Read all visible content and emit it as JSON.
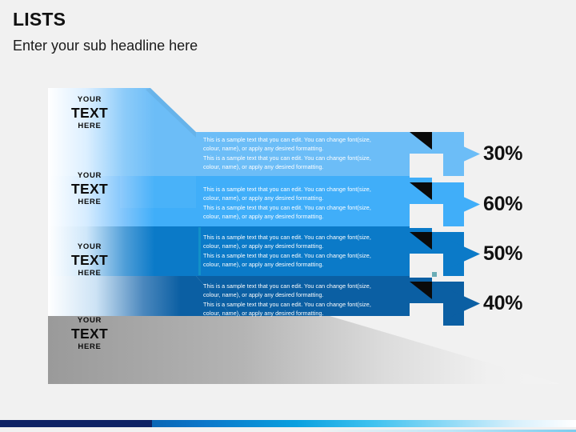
{
  "slide": {
    "title": "LISTS",
    "subtitle": "Enter your sub headline here",
    "background_color": "#f1f1f1"
  },
  "caption_labels": {
    "top": "YOUR",
    "middle": "TEXT",
    "bottom": "HERE"
  },
  "body_text": {
    "line_a": "This is a sample text that you can edit. You can change font(size,",
    "line_b": "colour, name), or apply any desired formatting.",
    "line_c": "This is a sample text that you can edit. You can change font(size,",
    "line_d": "colour, name), or apply any desired formatting."
  },
  "rows": [
    {
      "index": 1,
      "caption_top": "YOUR",
      "caption_middle": "TEXT",
      "caption_bottom": "HERE",
      "percent": "30%",
      "band_color": "#6cbdf7",
      "arrow_color": "#6cbdf7",
      "text_line_1": "This is a sample text that you can edit. You can change font(size,",
      "text_line_2": "colour, name), or apply any desired formatting.",
      "text_line_3": "This is a sample text that you can edit. You can change font(size,",
      "text_line_4": "colour, name), or apply any desired formatting."
    },
    {
      "index": 2,
      "caption_top": "YOUR",
      "caption_middle": "TEXT",
      "caption_bottom": "HERE",
      "percent": "60%",
      "band_color": "#40aef9",
      "arrow_color": "#40aef9",
      "text_line_1": "This is a sample text that you can edit. You can change font(size,",
      "text_line_2": "colour, name), or apply any desired formatting.",
      "text_line_3": "This is a sample text that you can edit. You can change font(size,",
      "text_line_4": "colour, name), or apply any desired formatting."
    },
    {
      "index": 3,
      "caption_top": "YOUR",
      "caption_middle": "TEXT",
      "caption_bottom": "HERE",
      "percent": "50%",
      "band_color": "#0b7ac8",
      "arrow_color": "#0b7ac8",
      "text_line_1": "This is a sample text that you can edit. You can change font(size,",
      "text_line_2": "colour, name), or apply any desired formatting.",
      "text_line_3": "This is a sample text that you can edit. You can change font(size,",
      "text_line_4": "colour, name), or apply any desired formatting."
    },
    {
      "index": 4,
      "caption_top": "YOUR",
      "caption_middle": "TEXT",
      "caption_bottom": "HERE",
      "percent": "40%",
      "band_color": "#0b5fa3",
      "arrow_color": "#0b5fa3",
      "text_line_1": "This is a sample text that you can edit. You can change font(size,",
      "text_line_2": "colour, name), or apply any desired formatting.",
      "text_line_3": "This is a sample text that you can edit. You can change font(size,",
      "text_line_4": "colour, name), or apply any desired formatting."
    }
  ],
  "footer": {
    "navy_color": "#0e2265",
    "gradient_start": "#0a66b5",
    "gradient_end": "#ffffff"
  }
}
